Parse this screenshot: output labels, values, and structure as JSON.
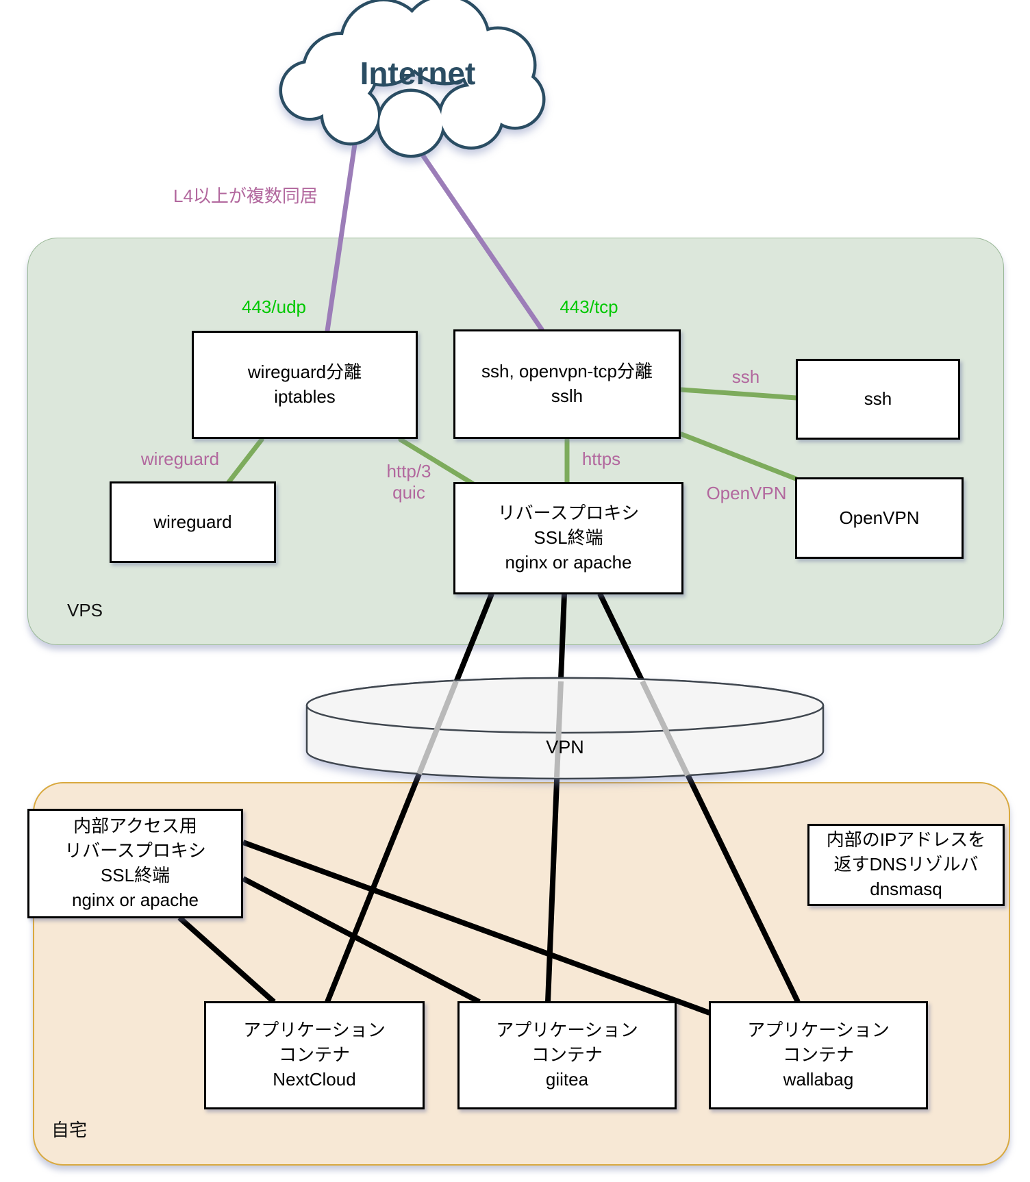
{
  "cloud": {
    "label": "Internet"
  },
  "edge_labels": {
    "l4": "L4以上が複数同居",
    "port_udp": "443/udp",
    "port_tcp": "443/tcp",
    "ssh": "ssh",
    "wireguard": "wireguard",
    "http3_line1": "http/3",
    "http3_line2": "quic",
    "https": "https",
    "openvpn": "OpenVPN"
  },
  "vps": {
    "label": "VPS",
    "boxes": {
      "iptables": {
        "lines": [
          "wireguard分離",
          "iptables"
        ]
      },
      "sslh": {
        "lines": [
          "ssh, openvpn-tcp分離",
          "sslh"
        ]
      },
      "ssh": {
        "lines": [
          "ssh"
        ]
      },
      "wireguard": {
        "lines": [
          "wireguard"
        ]
      },
      "rproxy": {
        "lines": [
          "リバースプロキシ",
          "SSL終端",
          "nginx or apache"
        ]
      },
      "openvpn": {
        "lines": [
          "OpenVPN"
        ]
      }
    }
  },
  "vpn": {
    "label": "VPN"
  },
  "home": {
    "label": "自宅",
    "boxes": {
      "internal_proxy": {
        "lines": [
          "内部アクセス用",
          "リバースプロキシ",
          "SSL終端",
          "nginx or apache"
        ]
      },
      "dns": {
        "lines": [
          "内部のIPアドレスを",
          "返すDNSリゾルバ",
          "dnsmasq"
        ]
      },
      "nextcloud": {
        "lines": [
          "アプリケーション",
          "コンテナ",
          "NextCloud"
        ]
      },
      "giitea": {
        "lines": [
          "アプリケーション",
          "コンテナ",
          "giitea"
        ]
      },
      "wallabag": {
        "lines": [
          "アプリケーション",
          "コンテナ",
          "wallabag"
        ]
      }
    }
  },
  "colors": {
    "label_green": "#00c800",
    "label_purple": "#b2689e",
    "line_green": "#7dab5c",
    "line_purple": "#9c7db8",
    "vps_fill": "#dce7db",
    "home_fill": "#f7e8d5",
    "home_border": "#d9a93f",
    "cloud_stroke": "#2b4d63"
  }
}
